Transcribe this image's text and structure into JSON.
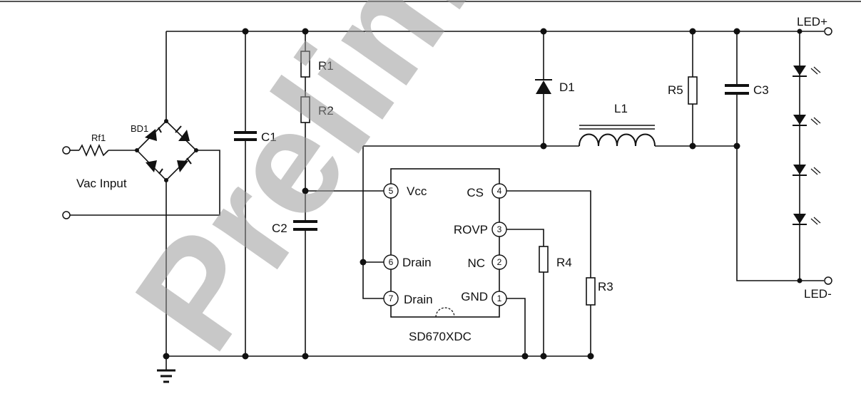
{
  "watermark": "Prelimi",
  "labels": {
    "led_plus": "LED+",
    "led_minus": "LED-",
    "vac_input": "Vac Input",
    "rf1": "Rf1",
    "bd1": "BD1",
    "c1": "C1",
    "r1": "R1",
    "r2": "R2",
    "c2": "C2",
    "d1": "D1",
    "l1": "L1",
    "r5": "R5",
    "c3": "C3",
    "r4": "R4",
    "r3": "R3",
    "ic_name": "SD670XDC"
  },
  "ic_pins": {
    "p5": {
      "num": "5",
      "name": "Vcc"
    },
    "p6": {
      "num": "6",
      "name": "Drain"
    },
    "p7": {
      "num": "7",
      "name": "Drain"
    },
    "p4": {
      "num": "4",
      "name": "CS"
    },
    "p3": {
      "num": "3",
      "name": "ROVP"
    },
    "p2": {
      "num": "2",
      "name": "NC"
    },
    "p1": {
      "num": "1",
      "name": "GND"
    }
  }
}
